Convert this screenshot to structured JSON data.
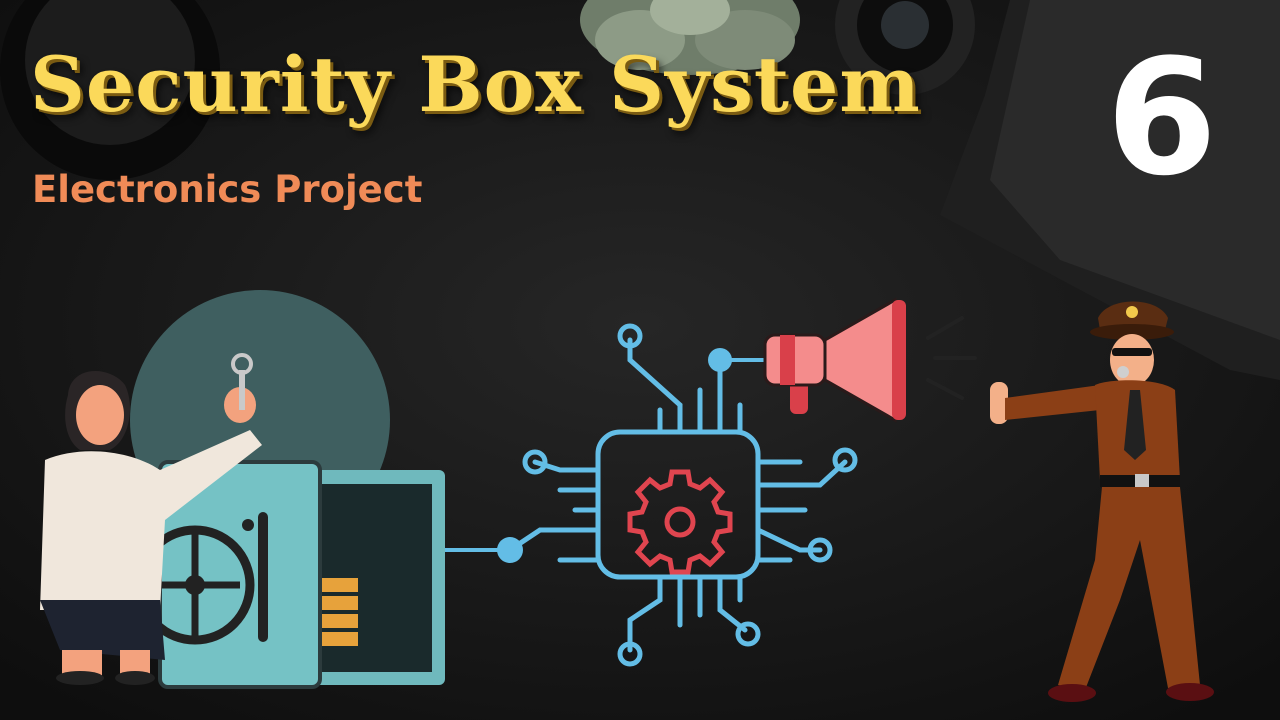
{
  "title": "Security Box System",
  "subtitle": "Electronics Project",
  "episode_number": "6",
  "colors": {
    "title": "#fbd95a",
    "subtitle": "#f08b57",
    "circuit": "#63bde6",
    "gear": "#e0454f",
    "safe": "#6fb9bd",
    "megaphone": "#f48c8c",
    "officer_uniform": "#8b3f16",
    "background": "#161616"
  },
  "icons": [
    "safe-icon",
    "key-icon",
    "gear-icon",
    "megaphone-icon",
    "stop-hand-icon",
    "whistle-icon"
  ]
}
